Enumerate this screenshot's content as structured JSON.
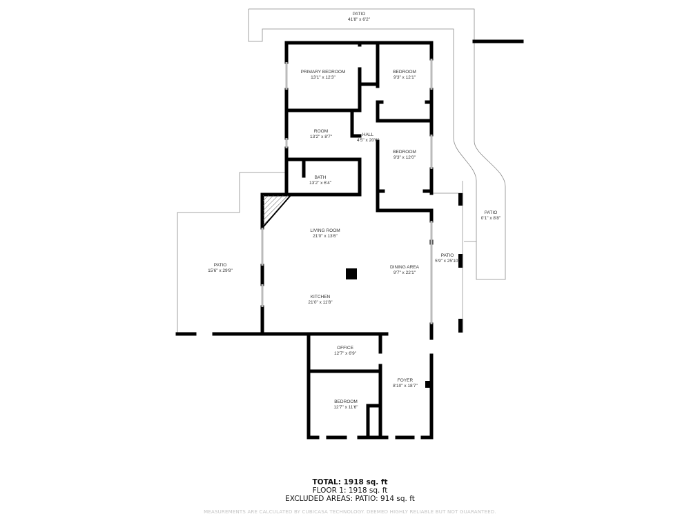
{
  "rooms": {
    "patio_top": {
      "name": "PATIO",
      "dims": "41'8\" x 6'2\""
    },
    "primary_bedroom": {
      "name": "PRIMARY BEDROOM",
      "dims": "13'1\" x 12'3\""
    },
    "bedroom_1": {
      "name": "BEDROOM",
      "dims": "9'3\" x 12'1\""
    },
    "room": {
      "name": "ROOM",
      "dims": "13'2\" x 8'7\""
    },
    "hall": {
      "name": "HALL",
      "dims": "4'5\" x 20'6\""
    },
    "bedroom_2": {
      "name": "BEDROOM",
      "dims": "9'3\" x 12'0\""
    },
    "bath": {
      "name": "BATH",
      "dims": "13'2\" x 6'4\""
    },
    "patio_right_small": {
      "name": "PATIO",
      "dims": "0'1\" x 8'8\""
    },
    "living_room": {
      "name": "LIVING ROOM",
      "dims": "21'0\" x 13'6\""
    },
    "patio_left": {
      "name": "PATIO",
      "dims": "15'6\" x 29'8\""
    },
    "dining_area": {
      "name": "DINING AREA",
      "dims": "9'7\" x 22'1\""
    },
    "patio_right": {
      "name": "PATIO",
      "dims": "5'9\" x 25'10\""
    },
    "kitchen": {
      "name": "KITCHEN",
      "dims": "21'0\" x 11'8\""
    },
    "office": {
      "name": "OFFICE",
      "dims": "12'7\" x 6'9\""
    },
    "foyer": {
      "name": "FOYER",
      "dims": "8'10\" x 18'7\""
    },
    "bedroom_3": {
      "name": "BEDROOM",
      "dims": "12'7\" x 11'6\""
    }
  },
  "summary": {
    "total": "TOTAL: 1918 sq. ft",
    "floor1": "FLOOR 1: 1918 sq. ft",
    "excluded": "EXCLUDED AREAS: PATIO: 914 sq. ft"
  },
  "disclaimer": "MEASUREMENTS ARE CALCULATED BY CUBICASA TECHNOLOGY. DEEMED HIGHLY RELIABLE BUT NOT GUARANTEED."
}
